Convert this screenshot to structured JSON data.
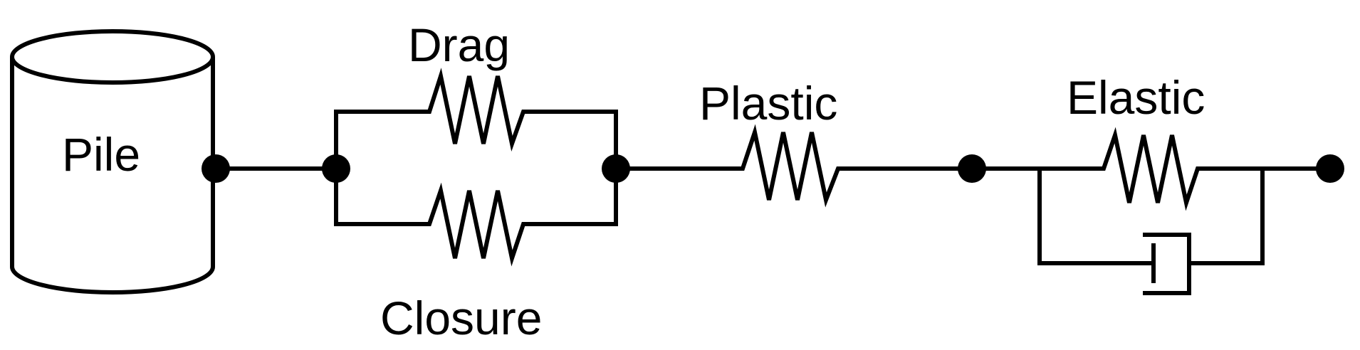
{
  "diagram": {
    "pile_label": "Pile",
    "drag_label": "Drag",
    "closure_label": "Closure",
    "plastic_label": "Plastic",
    "elastic_label": "Elastic"
  },
  "colors": {
    "ink": "#000000",
    "background": "#ffffff"
  }
}
